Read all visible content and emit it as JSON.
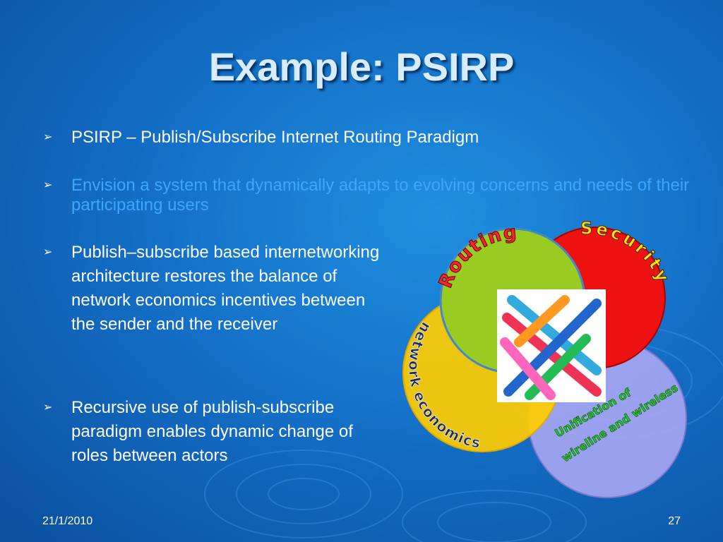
{
  "slide": {
    "title": "Example: PSIRP",
    "bullets": [
      "PSIRP – Publish/Subscribe Internet Routing Paradigm",
      "Envision a system that dynamically adapts to evolving concerns and needs of their participating users",
      "Publish–subscribe based internetworking architecture restores the balance of network economics incentives between the sender and the receiver",
      "Recursive use of publish-subscribe paradigm enables dynamic change of roles between actors"
    ],
    "bullet_icon": "arrow-bullet-icon",
    "date": "21/1/2010",
    "page_number": "27"
  },
  "diagram": {
    "circles": {
      "routing": "Routing",
      "security": "Security",
      "economics": "network economics",
      "unification_line1": "Unification of",
      "unification_line2": "wireline and wireless"
    },
    "colors": {
      "routing": "#99cc22",
      "security": "#ee1111",
      "economics": "#ffcc00",
      "unification": "#a9a6f2",
      "label_routing": "#ff2222",
      "label_security": "#ffe800",
      "label_economics": "#1a2a66",
      "label_unification": "#22cc22"
    }
  }
}
